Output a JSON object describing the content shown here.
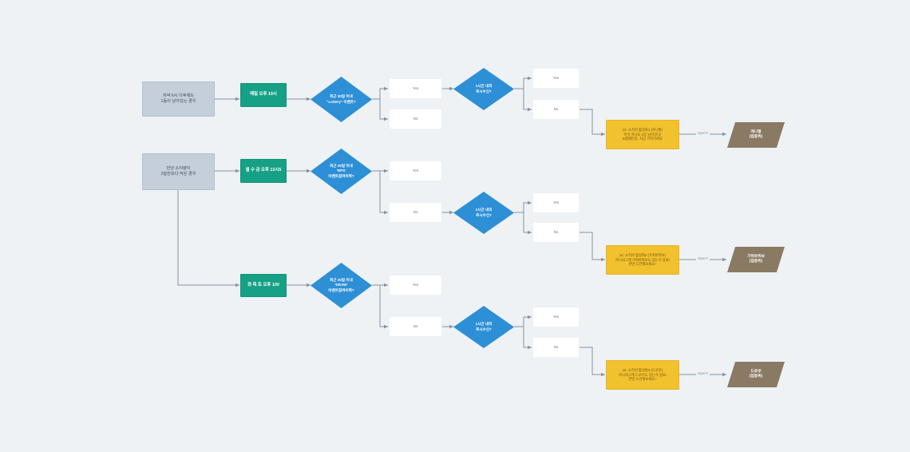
{
  "diagram": {
    "title": "",
    "background_color": "#eef2f5",
    "palette": {
      "start_fill": "#c5cfdb",
      "schedule_fill": "#16a085",
      "decision_fill": "#2d8fd5",
      "yesno_fill": "#ffffff",
      "action_fill": "#f2c12e",
      "terminal_fill": "#8a7a64",
      "connector_stroke": "#8793a1"
    }
  },
  "nodes": {
    "start_1": {
      "line1": "저녁 6시 이후에도",
      "line2": "1등이 남아있는 경우"
    },
    "start_2": {
      "line1": "잔냥 소지량이",
      "line2": "2달전보다 적은 경우"
    },
    "schedule_1": {
      "line1": "매일 오후 19시"
    },
    "schedule_2": {
      "line1": "월 수 금 오후 13시5"
    },
    "schedule_3": {
      "line1": "화 목 토 오후 100"
    },
    "decision_1": {
      "line1": "최근 30일 이내",
      "line2": "\"Lottery\" 이벤트?"
    },
    "decision_2": {
      "line1": "최근 30일 이내",
      "line2": "'RPS'",
      "line3": "이벤트참여이력?"
    },
    "decision_3": {
      "line1": "최근 30일 이내",
      "line2": "'DRAW'",
      "line3": "이벤트참여이력?"
    },
    "push_1": {
      "line1": "1시간 내외",
      "line2": "푸시수신?"
    },
    "push_2": {
      "line1": "1시간 내외",
      "line2": "푸시수신?"
    },
    "push_3": {
      "line1": "1시간 내외",
      "line2": "푸시수신?"
    },
    "yn_1_yes": {
      "label": "Yes"
    },
    "yn_1_no": {
      "label": "No"
    },
    "yn_2_yes": {
      "label": "Yes"
    },
    "yn_2_no": {
      "label": "No"
    },
    "yn_3_yes": {
      "label": "Yes"
    },
    "yn_3_no": {
      "label": "No"
    },
    "yn_4_yes": {
      "label": "Yes"
    },
    "yn_4_no": {
      "label": "No"
    },
    "yn_5_yes": {
      "label": "Yes"
    },
    "yn_5_no": {
      "label": "No"
    },
    "yn_6_yes": {
      "label": "Yes"
    },
    "yn_6_no": {
      "label": "No"
    },
    "action_1": {
      "line1": "13. 소각비 활성화1 (카니발)",
      "line2": "아직 하나요 1등 남아있다!",
      "line3": "&캠페인용, 지금 가져가세요"
    },
    "action_2": {
      "line1": "14. 소각비 활성화2 (가위바위보)",
      "line2": "아니네그래 가위바위보도 있는거 알죠!",
      "line3": "한번 도전해보세요~"
    },
    "action_3": {
      "line1": "15. 소각비 활성화3 (드로우)",
      "line2": "아니네그래 드로우도 있는거 알죠!",
      "line3": "한번 도전해보세요~"
    },
    "terminal_1": {
      "line1": "캐니발",
      "line2": "(업종퀴)"
    },
    "terminal_2": {
      "line1": "가위바위보",
      "line2": "(업종퀴)"
    },
    "terminal_3": {
      "line1": "드로우",
      "line2": "(업종퀴)"
    }
  },
  "edge_labels": {
    "open_1": "Open?",
    "open_2": "Open?",
    "open_3": "Open?"
  }
}
